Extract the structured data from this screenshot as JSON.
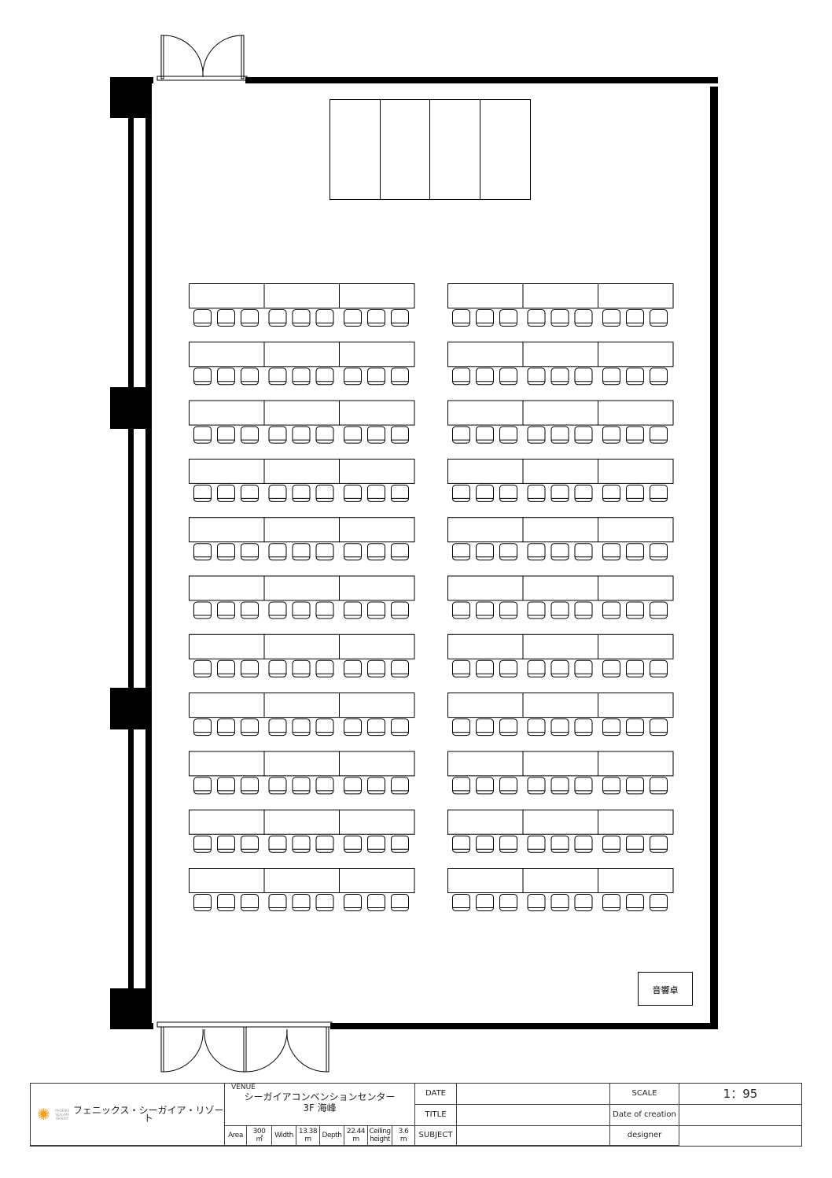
{
  "sound_desk_label": "音響卓",
  "title_block": {
    "logo_text": "フェニックス・シーガイア・リゾート",
    "logo_small": "PHOENIX SEAGAIA RESORT",
    "venue_label": "VENUE",
    "venue_name": "シーガイアコンベンションセンター",
    "room_name": "3F 海峰",
    "area_label": "Area",
    "area_value": "300",
    "area_unit": "㎡",
    "width_label": "Width",
    "width_value": "13.38",
    "width_unit": "m",
    "depth_label": "Depth",
    "depth_value": "22.44",
    "depth_unit": "m",
    "ceiling_label_1": "Ceiling",
    "ceiling_label_2": "height",
    "ceiling_value": "3.6",
    "ceiling_unit": "m",
    "date_label": "DATE",
    "date_value": "",
    "title_label": "TITLE",
    "title_value": "",
    "subject_label": "SUBJECT",
    "subject_value": "",
    "scale_label": "SCALE",
    "scale_value": "1：95",
    "creation_label": "Date of creation",
    "creation_value": "",
    "designer_label": "designer",
    "designer_value": ""
  }
}
